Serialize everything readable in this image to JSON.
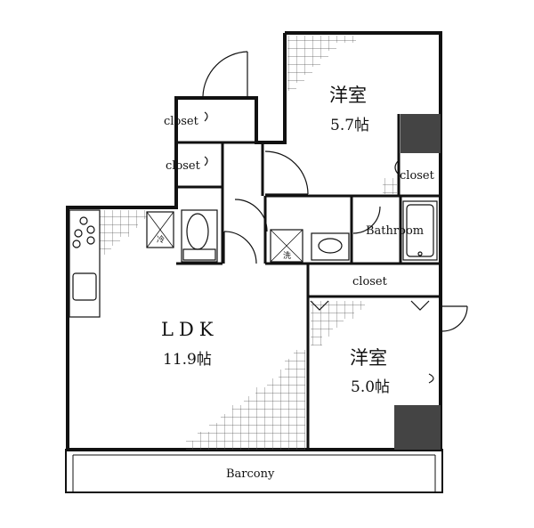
{
  "floorplan": {
    "rooms": {
      "western_room_1": {
        "name": "洋室",
        "size": "5.7帖"
      },
      "western_room_2": {
        "name": "洋室",
        "size": "5.0帖"
      },
      "ldk": {
        "name": "LDK",
        "size": "11.9帖"
      }
    },
    "labels": {
      "closet_upper": "closet",
      "closet_lower": "closet",
      "closet_room1": "closet",
      "closet_mid": "closet",
      "bathroom": "Bathroom",
      "balcony": "Barcony",
      "fridge_mark": "冷",
      "washer_mark": "洗"
    }
  }
}
